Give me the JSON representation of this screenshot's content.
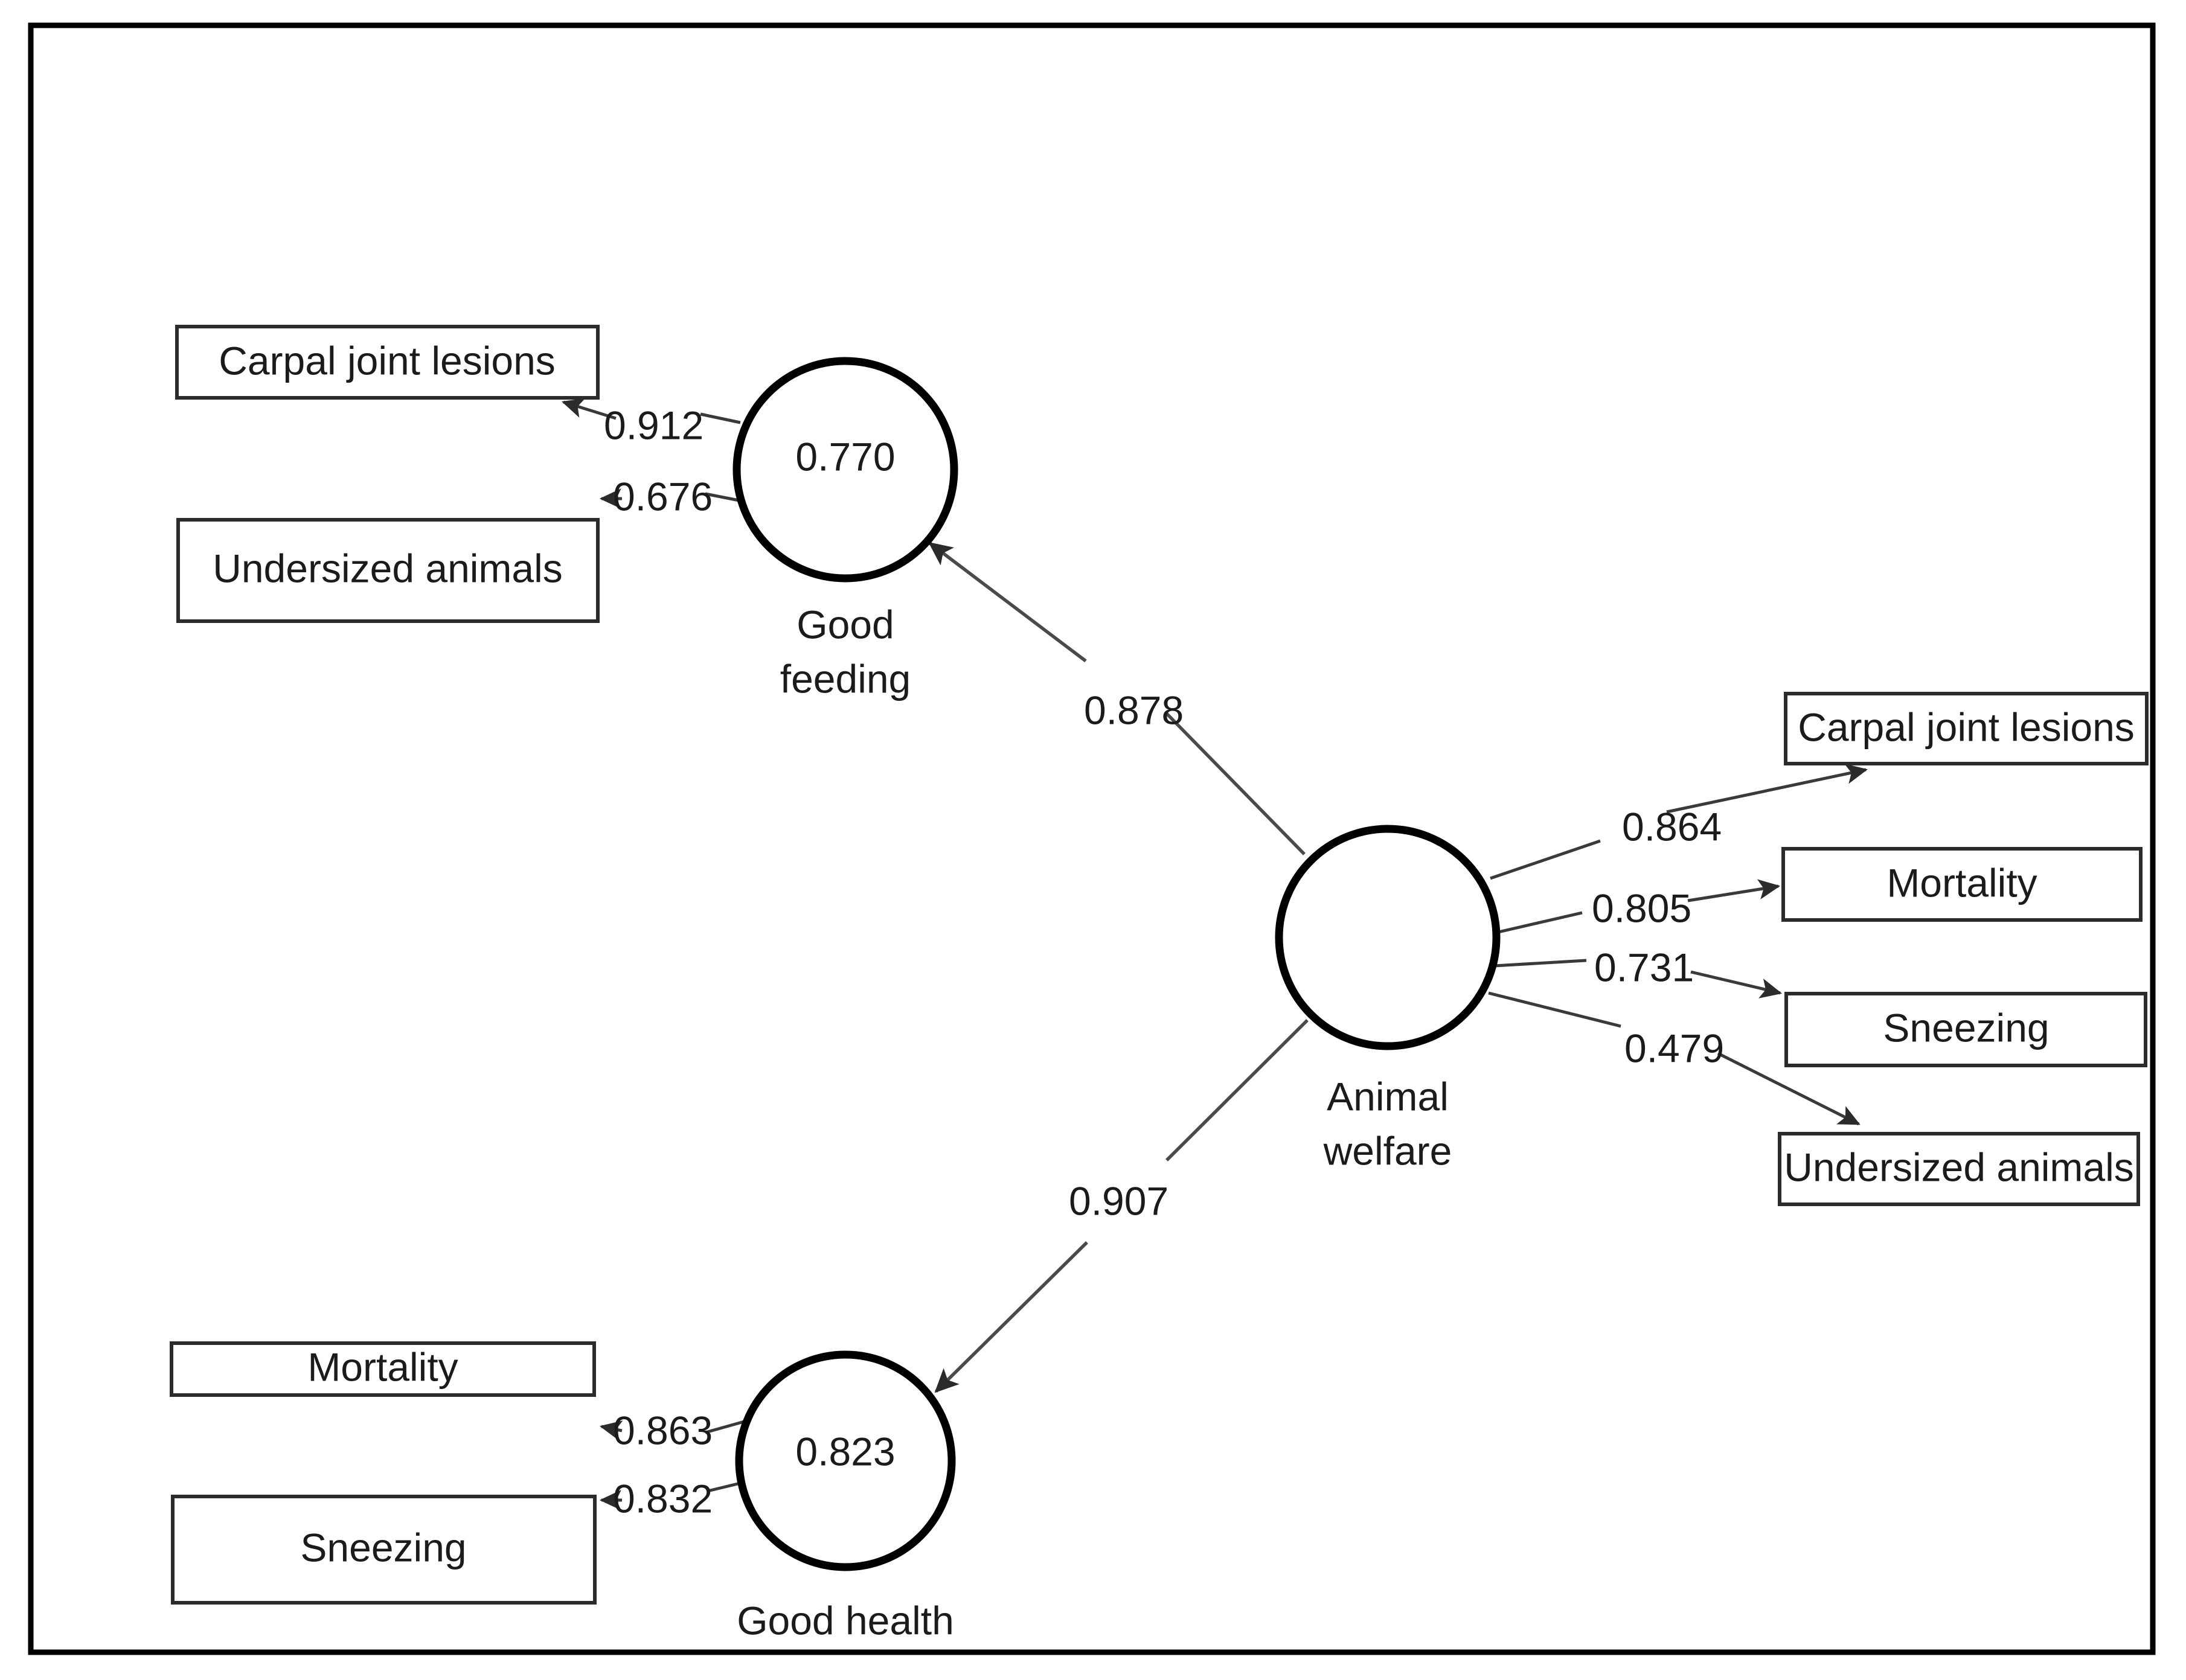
{
  "diagram": {
    "type": "structural-equation-model",
    "title": "",
    "constructs": [
      {
        "id": "good-feeding",
        "name_line1": "Good",
        "name_line2": "feeding",
        "value": "0.770"
      },
      {
        "id": "animal-welfare",
        "name_line1": "Animal",
        "name_line2": "welfare",
        "value": ""
      },
      {
        "id": "good-health",
        "name_line1": "Good health",
        "name_line2": "",
        "value": "0.823"
      }
    ],
    "indicators": {
      "good_feeding": [
        {
          "label": "Carpal joint lesions",
          "loading": "0.912"
        },
        {
          "label": "Undersized animals",
          "loading": "0.676"
        }
      ],
      "animal_welfare": [
        {
          "label": "Carpal joint lesions",
          "loading": "0.864"
        },
        {
          "label": "Mortality",
          "loading": "0.805"
        },
        {
          "label": "Sneezing",
          "loading": "0.731"
        },
        {
          "label": "Undersized animals",
          "loading": "0.479"
        }
      ],
      "good_health": [
        {
          "label": "Mortality",
          "loading": "0.863"
        },
        {
          "label": "Sneezing",
          "loading": "0.832"
        }
      ]
    },
    "structural_paths": [
      {
        "from": "animal-welfare",
        "to": "good-feeding",
        "coefficient": "0.878"
      },
      {
        "from": "animal-welfare",
        "to": "good-health",
        "coefficient": "0.907"
      }
    ],
    "colors": {
      "frame": "#000000",
      "circle_stroke": "#000000",
      "box_stroke": "#2b2b2b",
      "line": "#3a3a3a",
      "text": "#1b1b1b",
      "background": "#ffffff"
    }
  }
}
